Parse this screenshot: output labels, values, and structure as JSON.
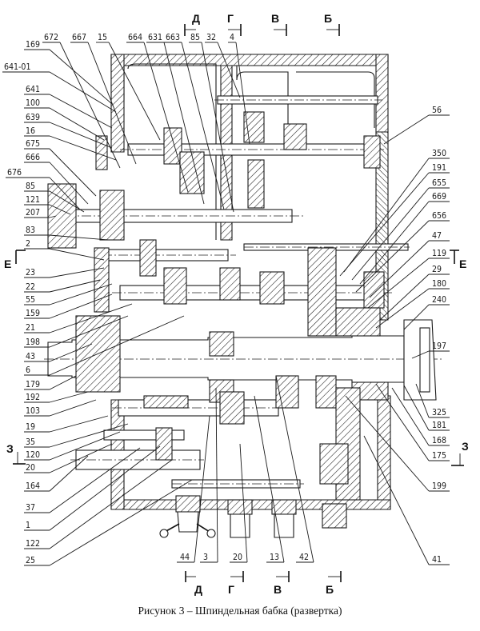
{
  "figure": {
    "caption": "Рисунок 3 – Шпиндельная бабка (развертка)"
  },
  "section_marks": {
    "top": [
      "Д",
      "Г",
      "В",
      "Б"
    ],
    "bottom": [
      "Д",
      "Г",
      "В",
      "Б"
    ],
    "E_left": "Е",
    "E_right": "Е",
    "Z_left": "З",
    "Z_right": "З"
  },
  "callouts": {
    "top": [
      "672",
      "667",
      "15",
      "664",
      "631",
      "663",
      "85",
      "32",
      "4"
    ],
    "left": [
      "169",
      "641-01",
      "641",
      "100",
      "639",
      "16",
      "675",
      "666",
      "676",
      "85",
      "121",
      "207",
      "83",
      "2",
      "23",
      "22",
      "55",
      "159",
      "21",
      "198",
      "43",
      "6",
      "179",
      "192",
      "103",
      "19",
      "35",
      "120",
      "20",
      "164",
      "37",
      "1",
      "122",
      "25"
    ],
    "right": [
      "56",
      "350",
      "191",
      "655",
      "669",
      "656",
      "47",
      "119",
      "29",
      "180",
      "240",
      "197",
      "325",
      "181",
      "168",
      "175",
      "199",
      "41"
    ],
    "bottom": [
      "44",
      "3",
      "20",
      "13",
      "42"
    ]
  }
}
